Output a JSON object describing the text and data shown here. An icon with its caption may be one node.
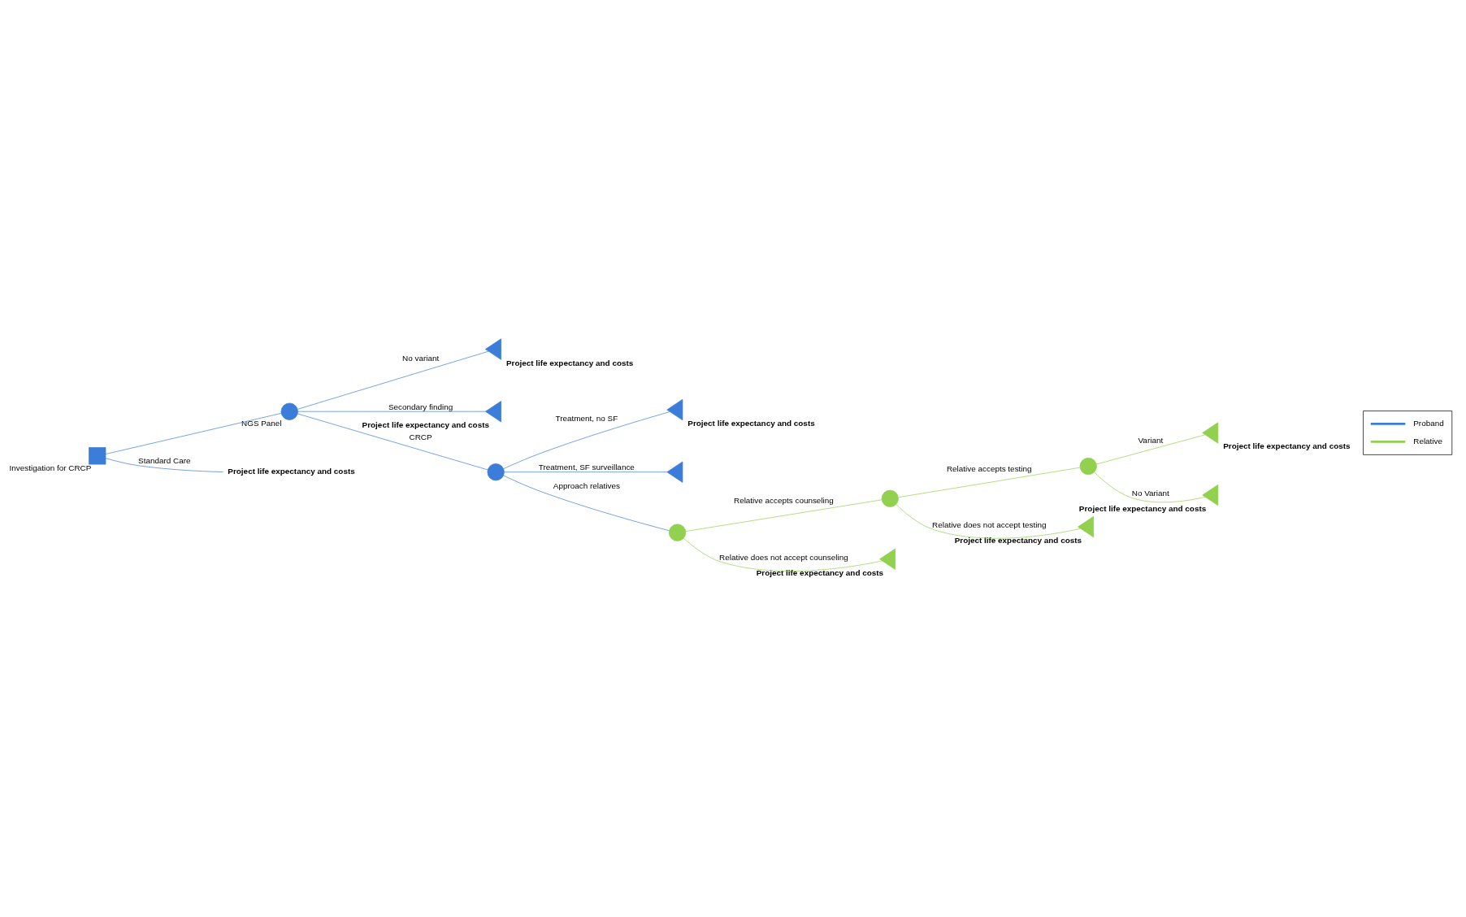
{
  "diagram": {
    "nodes": [
      {
        "text": [],
        "shape": "box",
        "beside": [
          "Investigation for CRCP"
        ]
      },
      {
        "text": [],
        "shape": "circle",
        "beside": [
          "NGS Panel"
        ]
      },
      {
        "text": [],
        "shape": "triangle",
        "beside": [
          "Project life expectancy and costs"
        ]
      },
      {
        "text": [],
        "shape": "triangle",
        "beside": [
          "Project life expectancy and costs"
        ]
      },
      {
        "text": [],
        "shape": "circle"
      },
      {
        "text": [],
        "shape": "triangle",
        "beside": [
          "Project life expectancy and costs"
        ]
      },
      {
        "text": [],
        "shape": "triangle"
      },
      {
        "text": [],
        "shape": "circle"
      },
      {
        "text": [],
        "shape": "circle"
      },
      {
        "text": [],
        "shape": "circle"
      },
      {
        "text": [],
        "shape": "triangle",
        "beside": [
          "Project life expectancy and costs"
        ]
      },
      {
        "text": [],
        "shape": "triangle",
        "beside": [
          "Project life expectancy and costs"
        ]
      },
      {
        "text": [],
        "shape": "triangle",
        "beside": [
          "Project life expectancy and costs"
        ]
      },
      {
        "text": [],
        "shape": "triangle",
        "beside": [
          "Project life expectancy and costs"
        ]
      },
      {
        "text": [
          "Project life expectancy and costs"
        ]
      }
    ],
    "edges": [
      {
        "from": 0,
        "to": 1,
        "arrow": "none"
      },
      {
        "from": 1,
        "to": 2,
        "arrow": "none",
        "label": "No variant"
      },
      {
        "from": 1,
        "to": 3,
        "arrow": "none",
        "label": "Secondary finding"
      },
      {
        "from": 1,
        "to": 4,
        "arrow": "none",
        "label": "CRCP"
      },
      {
        "from": 0,
        "to": 14,
        "arrow": "none",
        "label": "Standard Care"
      },
      {
        "from": 4,
        "to": 5,
        "arrow": "none",
        "label": "Treatment, no SF"
      },
      {
        "from": 4,
        "to": 6,
        "arrow": "none",
        "label": "Treatment, SF surveillance"
      },
      {
        "from": 4,
        "to": 7,
        "arrow": "none",
        "label": "Approach relatives"
      },
      {
        "from": 7,
        "to": 8,
        "arrow": "none",
        "label": "Relative accepts counseling",
        "color": "#92d050"
      },
      {
        "from": 8,
        "to": 9,
        "arrow": "none",
        "label": "Relative accepts testing",
        "color": "#92d050"
      },
      {
        "from": 9,
        "to": 10,
        "arrow": "none",
        "label": "Variant",
        "color": "#92d050"
      },
      {
        "from": 9,
        "to": 11,
        "arrow": "none",
        "label": "No Variant",
        "color": "#92d050"
      },
      {
        "from": 8,
        "to": 12,
        "arrow": "none",
        "label": "Relative does not accept testing",
        "color": "#92d050"
      },
      {
        "from": 7,
        "to": 13,
        "arrow": "none",
        "label": "Relative does not accept counseling",
        "color": "#92d050"
      }
    ],
    "legend": [
      {
        "text": "Proband"
      },
      {
        "text": "Relative"
      }
    ]
  }
}
